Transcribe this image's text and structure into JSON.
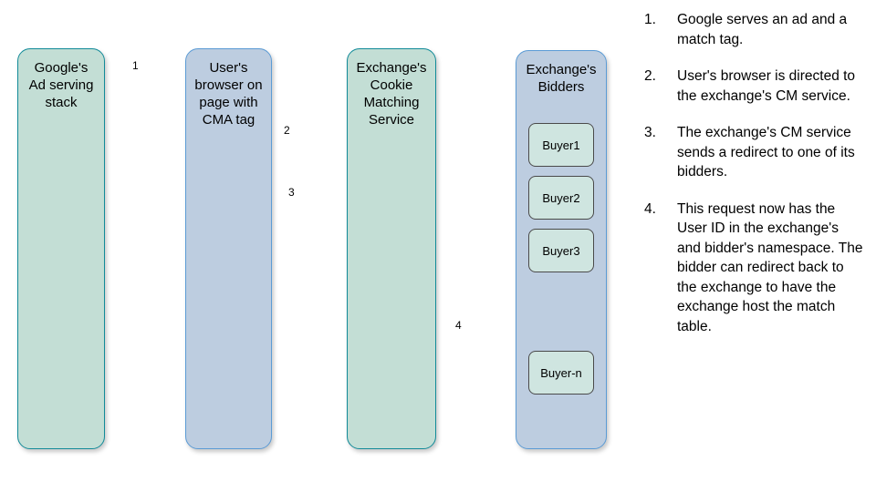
{
  "diagram": {
    "title": "Cookie matching flow between Google ad serving, user browser, exchange CM service and exchange bidders",
    "colors": {
      "green_fill": "#c3ded5",
      "green_border": "#128b99",
      "blue_fill": "#bdcde0",
      "blue_border": "#5b9bd5",
      "buyer_fill": "#cfe5e0",
      "buyer_border": "#4a4a4a",
      "arrow": "#1a8fa0",
      "text": "#000000",
      "background": "#ffffff"
    },
    "lanes": [
      {
        "id": "google",
        "label": "Google's\nAd serving\nstack",
        "style": "green"
      },
      {
        "id": "browser",
        "label": "User's\nbrowser on\npage with\nCMA tag",
        "style": "blue"
      },
      {
        "id": "cms",
        "label": "Exchange's\nCookie\nMatching\nService",
        "style": "green"
      },
      {
        "id": "bidders",
        "label": "Exchange's\nBidders",
        "style": "blue"
      }
    ],
    "buyers": [
      {
        "id": "buyer-1",
        "label": "Buyer1"
      },
      {
        "id": "buyer-2",
        "label": "Buyer2"
      },
      {
        "id": "buyer-3",
        "label": "Buyer3"
      },
      {
        "id": "buyer-n",
        "label": "Buyer-n"
      }
    ],
    "arrows": [
      {
        "id": "arrow-1",
        "label": "1",
        "from": "google",
        "to": "browser",
        "direction": "right"
      },
      {
        "id": "arrow-2",
        "label": "2",
        "from": "browser",
        "to": "cms",
        "direction": "right"
      },
      {
        "id": "arrow-3",
        "label": "3",
        "from": "cms",
        "to": "browser",
        "direction": "left"
      },
      {
        "id": "arrow-4",
        "label": "4",
        "from": "cms",
        "to": "bidders",
        "direction": "right"
      }
    ]
  },
  "steps": [
    {
      "num": "1.",
      "text": "Google serves an ad and a match tag."
    },
    {
      "num": "2.",
      "text": "User's browser is directed to the exchange's CM service."
    },
    {
      "num": "3.",
      "text": "The exchange's CM service sends a redirect to one of its bidders."
    },
    {
      "num": "4.",
      "text": "This request now has the User ID in the exchange's and bidder's namespace. The bidder can redirect back to the exchange to have the exchange host the match table."
    }
  ]
}
